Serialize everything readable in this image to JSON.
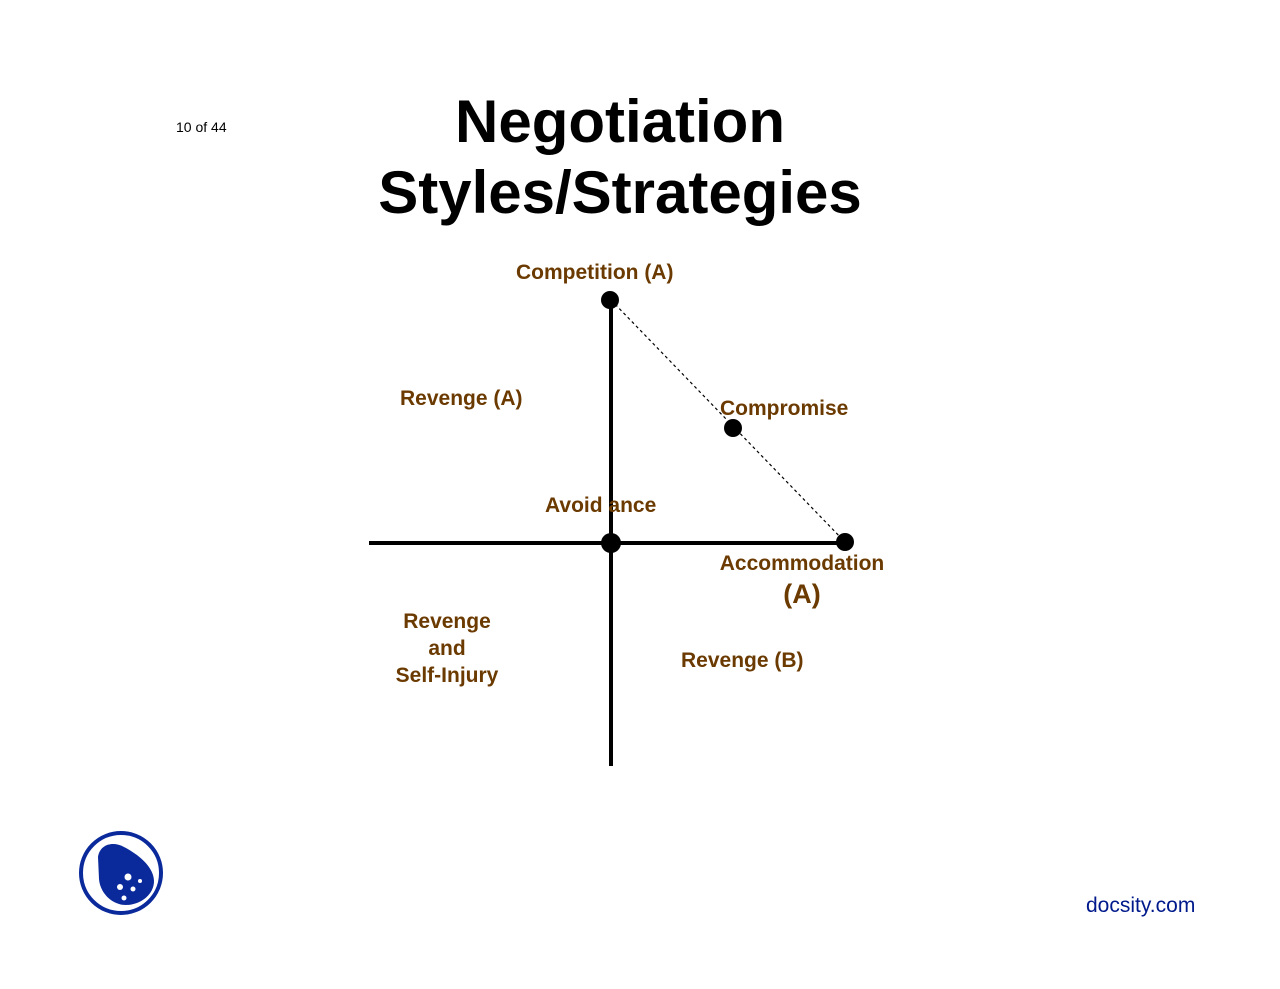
{
  "page_counter": "10 of 44",
  "title": {
    "line1": "Negotiation",
    "line2": "Styles/Strategies"
  },
  "labels": {
    "competition": "Competition (A)",
    "revenge_a": "Revenge (A)",
    "compromise": "Compromise",
    "avoidance": "Avoid ance",
    "accommodation_line1": "Accommodation",
    "accommodation_line2": "(A)",
    "revenge_self_injury_line1": "Revenge",
    "revenge_self_injury_line2": "and",
    "revenge_self_injury_line3": "Self-Injury",
    "revenge_b": "Revenge (B)"
  },
  "footer": {
    "site": "docsity.com",
    "logo_icon": "docsity-logo-icon"
  },
  "colors": {
    "label_text": "#6b3a00",
    "title_text": "#000000",
    "axis": "#000000",
    "logo": "#0a2a9c",
    "site_text": "#001a8c"
  }
}
